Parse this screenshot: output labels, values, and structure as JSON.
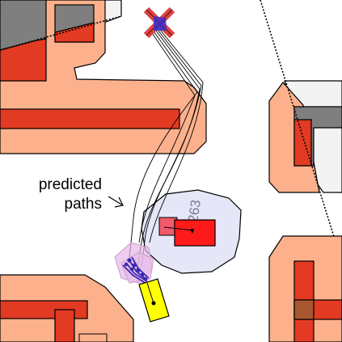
{
  "annotation": {
    "line1": "predicted",
    "line2": "paths",
    "arrow_glyph": "arrow"
  },
  "vehicle_id": "263",
  "colors": {
    "background": "#ffffff",
    "building_gray": "#7f7f7f",
    "light_gray": "#f3f3f3",
    "salmon": "#fcb08c",
    "red": "#e33a23",
    "brown": "#a85830",
    "goal_x": "#e04040",
    "goal_center": "#4030d0",
    "ellipse_fill": "#e5e6f7",
    "vehicle_red": "#ff1a1a",
    "vehicle_pink": "#f05a6a",
    "ego_yellow": "#ffff00",
    "path_blue": "#3a2ab0",
    "path_pink": "#e7b7e9",
    "stroke": "#000000"
  }
}
